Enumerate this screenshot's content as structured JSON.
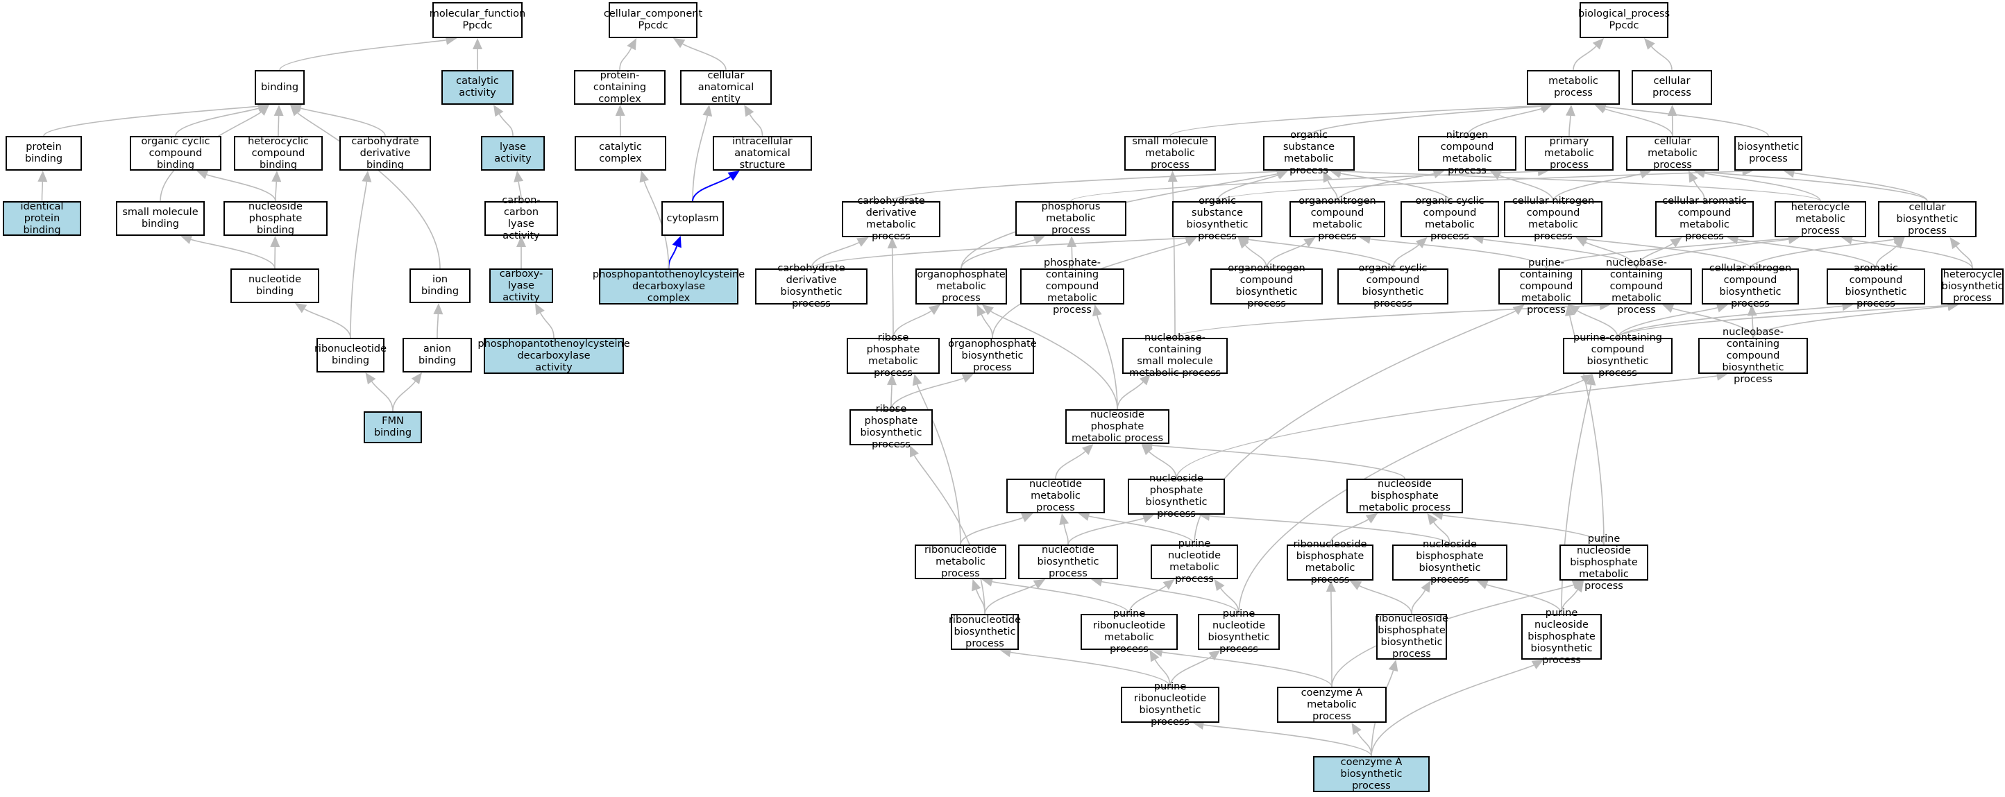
{
  "theme": {
    "highlight": "#add8e6",
    "edge": "#bbbbbb",
    "edge_strong": "#0000ff"
  },
  "nodes": [
    {
      "id": "mf",
      "label": "molecular_function\nPpcdc"
    },
    {
      "id": "cc",
      "label": "cellular_component\nPpcdc"
    },
    {
      "id": "bp",
      "label": "biological_process\nPpcdc"
    },
    {
      "id": "binding",
      "label": "binding"
    },
    {
      "id": "catact",
      "label": "catalytic activity",
      "hl": true
    },
    {
      "id": "pcc",
      "label": "protein-containing\ncomplex"
    },
    {
      "id": "cae",
      "label": "cellular anatomical\nentity"
    },
    {
      "id": "metab",
      "label": "metabolic process"
    },
    {
      "id": "cellproc",
      "label": "cellular process"
    },
    {
      "id": "protbind",
      "label": "protein binding"
    },
    {
      "id": "occb",
      "label": "organic cyclic\ncompound binding"
    },
    {
      "id": "hcb",
      "label": "heterocyclic\ncompound binding"
    },
    {
      "id": "cdb",
      "label": "carbohydrate\nderivative binding"
    },
    {
      "id": "lyase",
      "label": "lyase activity",
      "hl": true
    },
    {
      "id": "catcx",
      "label": "catalytic complex"
    },
    {
      "id": "ias",
      "label": "intracellular\nanatomical structure"
    },
    {
      "id": "smmp",
      "label": "small molecule\nmetabolic process"
    },
    {
      "id": "osmp",
      "label": "organic substance\nmetabolic process"
    },
    {
      "id": "ncmp",
      "label": "nitrogen compound\nmetabolic process"
    },
    {
      "id": "pmp",
      "label": "primary metabolic\nprocess"
    },
    {
      "id": "cmp",
      "label": "cellular metabolic\nprocess"
    },
    {
      "id": "biosyn",
      "label": "biosynthetic\nprocess"
    },
    {
      "id": "ipb",
      "label": "identical protein\nbinding",
      "hl": true
    },
    {
      "id": "smb",
      "label": "small molecule\nbinding"
    },
    {
      "id": "npb",
      "label": "nucleoside phosphate\nbinding"
    },
    {
      "id": "cclyase",
      "label": "carbon-carbon\nlyase activity"
    },
    {
      "id": "cyto",
      "label": "cytoplasm"
    },
    {
      "id": "cdmp",
      "label": "carbohydrate\nderivative metabolic\nprocess"
    },
    {
      "id": "phmp",
      "label": "phosphorus metabolic\nprocess"
    },
    {
      "id": "osbp",
      "label": "organic substance\nbiosynthetic\nprocess"
    },
    {
      "id": "onmp",
      "label": "organonitrogen\ncompound metabolic\nprocess"
    },
    {
      "id": "occmp",
      "label": "organic cyclic\ncompound metabolic\nprocess"
    },
    {
      "id": "cncmp",
      "label": "cellular nitrogen\ncompound metabolic\nprocess"
    },
    {
      "id": "cacmp",
      "label": "cellular aromatic\ncompound metabolic\nprocess"
    },
    {
      "id": "hcmp",
      "label": "heterocycle\nmetabolic process"
    },
    {
      "id": "cbp",
      "label": "cellular biosynthetic\nprocess"
    },
    {
      "id": "nucb",
      "label": "nucleotide binding"
    },
    {
      "id": "ionb",
      "label": "ion binding"
    },
    {
      "id": "cxlyase",
      "label": "carboxy-lyase\nactivity",
      "hl": true
    },
    {
      "id": "ppcdc",
      "label": "phosphopantothenoylcysteine\ndecarboxylase\ncomplex",
      "hl": true
    },
    {
      "id": "cdbp",
      "label": "carbohydrate\nderivative biosynthetic\nprocess"
    },
    {
      "id": "opmp",
      "label": "organophosphate\nmetabolic process"
    },
    {
      "id": "pccmp",
      "label": "phosphate-containing\ncompound metabolic\nprocess"
    },
    {
      "id": "onbp",
      "label": "organonitrogen\ncompound biosynthetic\nprocess"
    },
    {
      "id": "occbp",
      "label": "organic cyclic\ncompound biosynthetic\nprocess"
    },
    {
      "id": "pucmp",
      "label": "purine-containing\ncompound metabolic\nprocess"
    },
    {
      "id": "nbcmp",
      "label": "nucleobase-containing\ncompound metabolic\nprocess"
    },
    {
      "id": "cncbp",
      "label": "cellular nitrogen\ncompound biosynthetic\nprocess"
    },
    {
      "id": "acbp",
      "label": "aromatic compound\nbiosynthetic\nprocess"
    },
    {
      "id": "hcbp",
      "label": "heterocycle\nbiosynthetic\nprocess"
    },
    {
      "id": "ribnb",
      "label": "ribonucleotide\nbinding"
    },
    {
      "id": "anionb",
      "label": "anion binding"
    },
    {
      "id": "ppcdca",
      "label": "phosphopantothenoylcysteine\ndecarboxylase\nactivity",
      "hl": true
    },
    {
      "id": "rpmp",
      "label": "ribose phosphate\nmetabolic process"
    },
    {
      "id": "opbp",
      "label": "organophosphate\nbiosynthetic\nprocess"
    },
    {
      "id": "nbsmmp",
      "label": "nucleobase-containing\nsmall molecule\nmetabolic process"
    },
    {
      "id": "pucbp",
      "label": "purine-containing\ncompound biosynthetic\nprocess"
    },
    {
      "id": "nbcbp",
      "label": "nucleobase-containing\ncompound biosynthetic\nprocess"
    },
    {
      "id": "fmn",
      "label": "FMN binding",
      "hl": true
    },
    {
      "id": "rpbp",
      "label": "ribose phosphate\nbiosynthetic\nprocess"
    },
    {
      "id": "npmp",
      "label": "nucleoside phosphate\nmetabolic process"
    },
    {
      "id": "nmp",
      "label": "nucleotide metabolic\nprocess"
    },
    {
      "id": "npbp",
      "label": "nucleoside phosphate\nbiosynthetic\nprocess"
    },
    {
      "id": "nbpmp",
      "label": "nucleoside bisphosphate\nmetabolic process"
    },
    {
      "id": "rnmp",
      "label": "ribonucleotide\nmetabolic process"
    },
    {
      "id": "nbp",
      "label": "nucleotide biosynthetic\nprocess"
    },
    {
      "id": "punmp",
      "label": "purine nucleotide\nmetabolic process"
    },
    {
      "id": "rnbpmp",
      "label": "ribonucleoside\nbisphosphate\nmetabolic process"
    },
    {
      "id": "nbpbp",
      "label": "nucleoside bisphosphate\nbiosynthetic\nprocess"
    },
    {
      "id": "punbpmp",
      "label": "purine nucleoside\nbisphosphate\nmetabolic process"
    },
    {
      "id": "rnbp",
      "label": "ribonucleotide\nbiosynthetic\nprocess"
    },
    {
      "id": "purnmp",
      "label": "purine ribonucleotide\nmetabolic process"
    },
    {
      "id": "punbp",
      "label": "purine nucleotide\nbiosynthetic\nprocess"
    },
    {
      "id": "rnbpbp",
      "label": "ribonucleoside\nbisphosphate\nbiosynthetic\nprocess"
    },
    {
      "id": "punbpbp",
      "label": "purine nucleoside\nbisphosphate\nbiosynthetic\nprocess"
    },
    {
      "id": "purnbp",
      "label": "purine ribonucleotide\nbiosynthetic\nprocess"
    },
    {
      "id": "coamp",
      "label": "coenzyme A metabolic\nprocess"
    },
    {
      "id": "coabp",
      "label": "coenzyme A biosynthetic\nprocess",
      "hl": true
    }
  ],
  "edges": [
    [
      "binding",
      "mf"
    ],
    [
      "catact",
      "mf"
    ],
    [
      "pcc",
      "cc"
    ],
    [
      "cae",
      "cc"
    ],
    [
      "metab",
      "bp"
    ],
    [
      "cellproc",
      "bp"
    ],
    [
      "protbind",
      "binding"
    ],
    [
      "occb",
      "binding"
    ],
    [
      "hcb",
      "binding"
    ],
    [
      "cdb",
      "binding"
    ],
    [
      "smb",
      "binding"
    ],
    [
      "ionb",
      "binding"
    ],
    [
      "lyase",
      "catact"
    ],
    [
      "catcx",
      "pcc"
    ],
    [
      "ias",
      "cae"
    ],
    [
      "cyto",
      "cae"
    ],
    [
      "smmp",
      "metab"
    ],
    [
      "osmp",
      "metab"
    ],
    [
      "ncmp",
      "metab"
    ],
    [
      "pmp",
      "metab"
    ],
    [
      "cmp",
      "metab"
    ],
    [
      "biosyn",
      "metab"
    ],
    [
      "cmp",
      "cellproc"
    ],
    [
      "ipb",
      "protbind"
    ],
    [
      "npb",
      "hcb"
    ],
    [
      "npb",
      "occb"
    ],
    [
      "nucb",
      "smb"
    ],
    [
      "nucb",
      "npb"
    ],
    [
      "ribnb",
      "nucb"
    ],
    [
      "ribnb",
      "cdb"
    ],
    [
      "anionb",
      "ionb"
    ],
    [
      "fmn",
      "ribnb"
    ],
    [
      "fmn",
      "anionb"
    ],
    [
      "cclyase",
      "lyase"
    ],
    [
      "cxlyase",
      "cclyase"
    ],
    [
      "ppcdca",
      "cxlyase"
    ],
    [
      "cyto",
      "ias",
      1
    ],
    [
      "ppcdc",
      "cyto",
      1
    ],
    [
      "ppcdc",
      "catcx"
    ],
    [
      "cdmp",
      "osmp"
    ],
    [
      "phmp",
      "pmp"
    ],
    [
      "osbp",
      "osmp"
    ],
    [
      "osbp",
      "biosyn"
    ],
    [
      "onmp",
      "osmp"
    ],
    [
      "onmp",
      "ncmp"
    ],
    [
      "occmp",
      "osmp"
    ],
    [
      "cncmp",
      "ncmp"
    ],
    [
      "cncmp",
      "cmp"
    ],
    [
      "cacmp",
      "cmp"
    ],
    [
      "hcmp",
      "osmp"
    ],
    [
      "hcmp",
      "cmp"
    ],
    [
      "cbp",
      "biosyn"
    ],
    [
      "cbp",
      "cmp"
    ],
    [
      "cdbp",
      "cdmp"
    ],
    [
      "cdbp",
      "osbp"
    ],
    [
      "opmp",
      "phmp"
    ],
    [
      "opmp",
      "osmp"
    ],
    [
      "pccmp",
      "phmp"
    ],
    [
      "onbp",
      "onmp"
    ],
    [
      "onbp",
      "osbp"
    ],
    [
      "occbp",
      "occmp"
    ],
    [
      "occbp",
      "osbp"
    ],
    [
      "pucmp",
      "hcmp"
    ],
    [
      "pucmp",
      "onmp"
    ],
    [
      "nbcmp",
      "cncmp"
    ],
    [
      "nbcmp",
      "cacmp"
    ],
    [
      "nbcmp",
      "hcmp"
    ],
    [
      "nbcmp",
      "occmp"
    ],
    [
      "cncbp",
      "cncmp"
    ],
    [
      "cncbp",
      "cbp"
    ],
    [
      "acbp",
      "cacmp"
    ],
    [
      "acbp",
      "cbp"
    ],
    [
      "hcbp",
      "hcmp"
    ],
    [
      "hcbp",
      "cbp"
    ],
    [
      "rpmp",
      "cdmp"
    ],
    [
      "rpmp",
      "opmp"
    ],
    [
      "opbp",
      "opmp"
    ],
    [
      "opbp",
      "osbp"
    ],
    [
      "nbsmmp",
      "smmp"
    ],
    [
      "nbsmmp",
      "nbcmp"
    ],
    [
      "pucbp",
      "pucmp"
    ],
    [
      "pucbp",
      "cncbp"
    ],
    [
      "pucbp",
      "hcbp"
    ],
    [
      "pucbp",
      "acbp"
    ],
    [
      "nbcbp",
      "nbcmp"
    ],
    [
      "nbcbp",
      "cncbp"
    ],
    [
      "nbcbp",
      "hcbp"
    ],
    [
      "rpbp",
      "rpmp"
    ],
    [
      "rpbp",
      "opbp"
    ],
    [
      "npmp",
      "pccmp"
    ],
    [
      "npmp",
      "nbsmmp"
    ],
    [
      "npmp",
      "opmp"
    ],
    [
      "nmp",
      "npmp"
    ],
    [
      "npbp",
      "npmp"
    ],
    [
      "npbp",
      "nbcbp"
    ],
    [
      "nbpmp",
      "npmp"
    ],
    [
      "rnmp",
      "nmp"
    ],
    [
      "rnmp",
      "rpmp"
    ],
    [
      "nbp",
      "nmp"
    ],
    [
      "nbp",
      "npbp"
    ],
    [
      "punmp",
      "nmp"
    ],
    [
      "punmp",
      "pucmp"
    ],
    [
      "rnbpmp",
      "nbpmp"
    ],
    [
      "nbpbp",
      "nbpmp"
    ],
    [
      "nbpbp",
      "npbp"
    ],
    [
      "punbpmp",
      "nbpmp"
    ],
    [
      "punbpmp",
      "pucmp"
    ],
    [
      "rnbp",
      "rnmp"
    ],
    [
      "rnbp",
      "nbp"
    ],
    [
      "rnbp",
      "rpbp"
    ],
    [
      "purnmp",
      "rnmp"
    ],
    [
      "purnmp",
      "punmp"
    ],
    [
      "punbp",
      "punmp"
    ],
    [
      "punbp",
      "nbp"
    ],
    [
      "punbp",
      "pucbp"
    ],
    [
      "rnbpbp",
      "rnbpmp"
    ],
    [
      "rnbpbp",
      "nbpbp"
    ],
    [
      "punbpbp",
      "punbpmp"
    ],
    [
      "punbpbp",
      "nbpbp"
    ],
    [
      "punbpbp",
      "pucbp"
    ],
    [
      "purnbp",
      "purnmp"
    ],
    [
      "purnbp",
      "rnbp"
    ],
    [
      "purnbp",
      "punbp"
    ],
    [
      "coamp",
      "rnbpmp"
    ],
    [
      "coamp",
      "punbpmp"
    ],
    [
      "coamp",
      "purnmp"
    ],
    [
      "coabp",
      "coamp"
    ],
    [
      "coabp",
      "purnbp"
    ],
    [
      "coabp",
      "rnbpbp"
    ],
    [
      "coabp",
      "punbpbp"
    ]
  ]
}
